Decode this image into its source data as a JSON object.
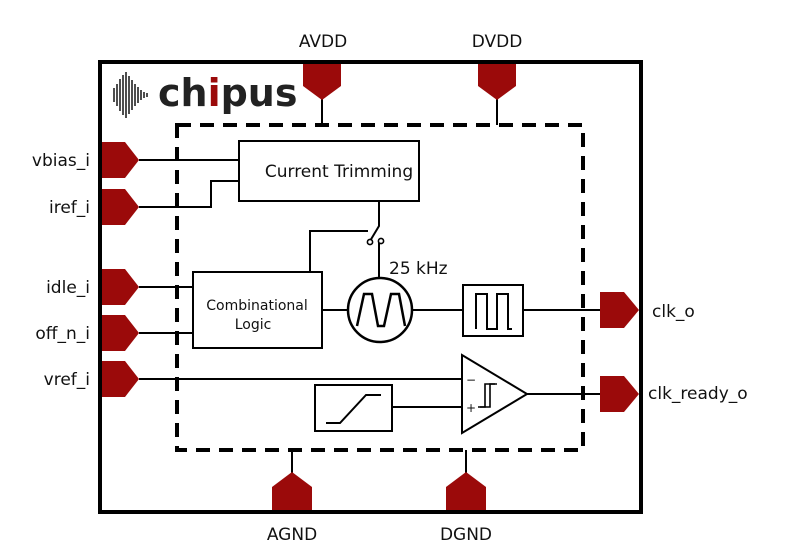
{
  "logo": {
    "text_start": "ch",
    "text_accent": "i",
    "text_end": "pus",
    "dark_color": "#222222",
    "accent_color": "#9b0a0a"
  },
  "colors": {
    "pad": "#9b0a0a",
    "line": "#000000"
  },
  "pins": {
    "top": [
      "AVDD",
      "DVDD"
    ],
    "bottom": [
      "AGND",
      "DGND"
    ],
    "left": [
      "vbias_i",
      "iref_i",
      "idle_i",
      "off_n_i",
      "vref_i"
    ],
    "right": [
      "clk_o",
      "clk_ready_o"
    ]
  },
  "blocks": {
    "current_trimming": "Current Trimming",
    "combinational_line1": "Combinational",
    "combinational_line2": "Logic",
    "frequency": "25 kHz"
  },
  "icons": {
    "oscillator": "trapezoid-wave-icon",
    "square_wave": "square-wave-icon",
    "ramp": "ramp-icon",
    "comparator": "hysteresis-comparator-icon",
    "switch": "switch-icon",
    "logo": "waveform-logo-icon"
  }
}
